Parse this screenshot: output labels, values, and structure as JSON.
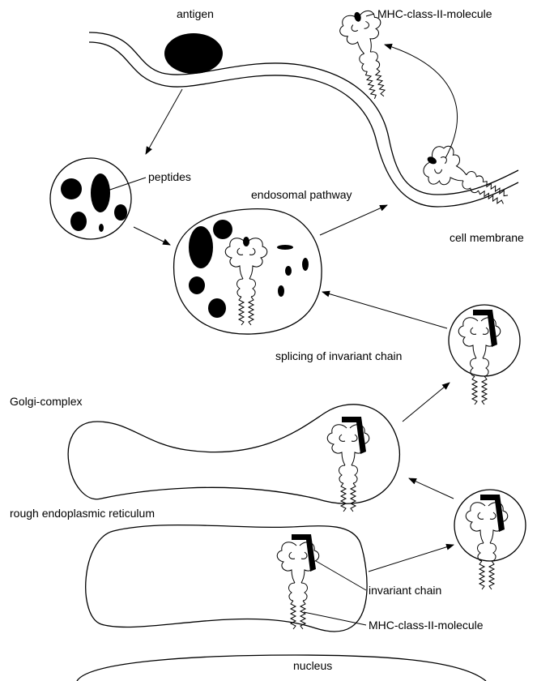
{
  "labels": {
    "antigen": "antigen",
    "mhc_top": "MHC-class-II-molecule",
    "peptides": "peptides",
    "endosomal_pathway": "endosomal pathway",
    "cell_membrane": "cell membrane",
    "splicing": "splicing of invariant chain",
    "golgi": "Golgi-complex",
    "rough_er": "rough endoplasmic reticulum",
    "invariant_chain": "invariant chain",
    "mhc_bottom": "MHC-class-II-molecule",
    "nucleus": "nucleus"
  }
}
